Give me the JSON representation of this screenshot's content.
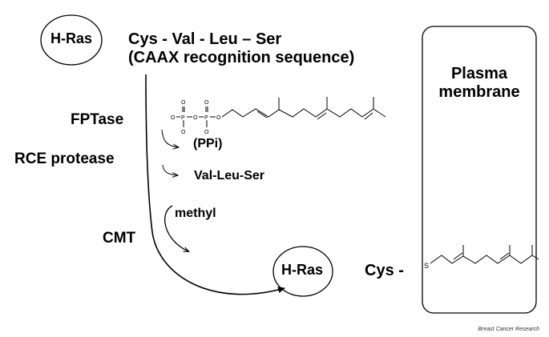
{
  "top": {
    "protein_label": "H-Ras",
    "sequence": "Cys - Val - Leu – Ser",
    "sequence_note": "(CAAX recognition sequence)"
  },
  "enzymes": {
    "fptase": "FPTase",
    "rce": "RCE protease",
    "cmt": "CMT"
  },
  "products": {
    "ppi": "(PPi)",
    "tripeptide": "Val-Leu-Ser",
    "methyl": "methyl"
  },
  "pyrophosphate": {
    "o_symbol": "O",
    "p_symbol": "P"
  },
  "bottom": {
    "protein_label": "H-Ras",
    "cys_label": "Cys -",
    "sulfur": "S"
  },
  "membrane": {
    "title_line1": "Plasma",
    "title_line2": "membrane"
  },
  "credit": "Breast Cancer Research"
}
